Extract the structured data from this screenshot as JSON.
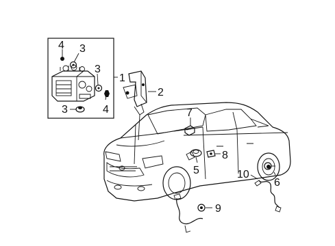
{
  "callouts": {
    "c1": "1",
    "c2": "2",
    "c3a": "3",
    "c3b": "3",
    "c3c": "3",
    "c4a": "4",
    "c4b": "4",
    "c5": "5",
    "c6": "6",
    "c7": "7",
    "c8": "8",
    "c9": "9",
    "c10": "10"
  }
}
